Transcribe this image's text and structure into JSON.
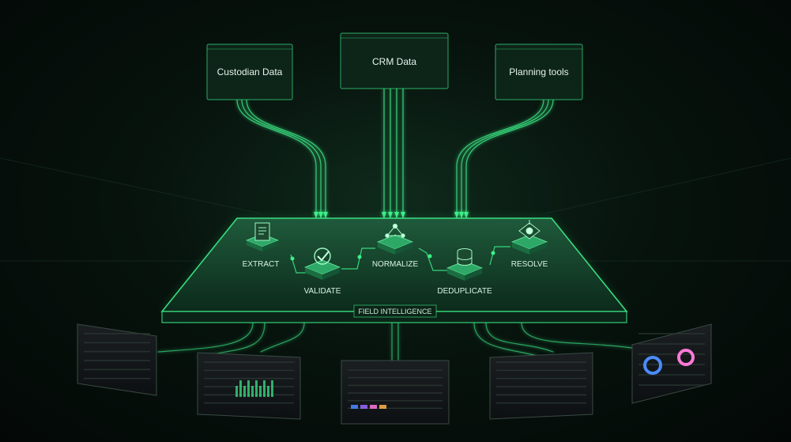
{
  "sources": [
    {
      "label": "Custodian Data"
    },
    {
      "label": "CRM Data"
    },
    {
      "label": "Planning tools"
    }
  ],
  "steps": [
    {
      "label": "EXTRACT",
      "icon": "document-icon"
    },
    {
      "label": "VALIDATE",
      "icon": "checkmark-icon"
    },
    {
      "label": "NORMALIZE",
      "icon": "network-nodes-icon"
    },
    {
      "label": "DEDUPLICATE",
      "icon": "database-icon"
    },
    {
      "label": "RESOLVE",
      "icon": "target-icon"
    }
  ],
  "platform": {
    "label": "FIELD INTELLIGENCE"
  },
  "colors": {
    "accent": "#3df08a",
    "accent_dim": "#1f8a52",
    "panel": "#0d2419",
    "text": "#e6f5ec"
  }
}
